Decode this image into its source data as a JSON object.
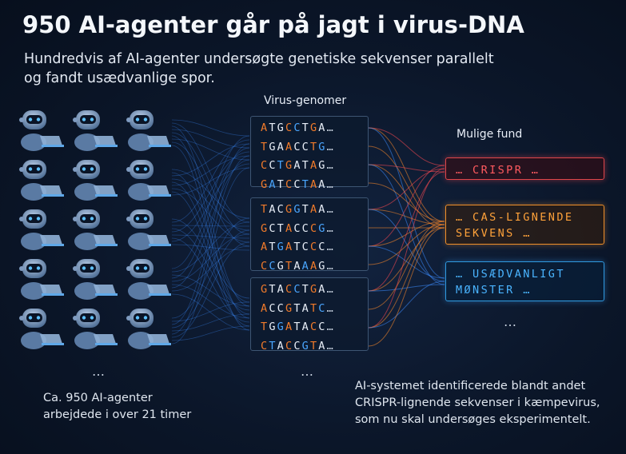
{
  "header": {
    "title": "950 AI-agenter går på jagt i virus-DNA",
    "subtitle_line1": "Hundredvis af AI-agenter undersøgte genetiske sekvenser parallelt",
    "subtitle_line2": "og fandt usædvanlige spor."
  },
  "agents": {
    "ellipsis": "…",
    "note_line1": "Ca. 950 AI-agenter",
    "note_line2": "arbejdede i over 21 timer"
  },
  "genomes": {
    "heading": "Virus-genomer",
    "ellipsis": "…",
    "groups": [
      {
        "lines": [
          "ATGCCTGA…",
          "TGAACCTG…",
          "CCTGATAG…",
          "GATCCTAA…"
        ]
      },
      {
        "lines": [
          "TACGGTAA…",
          "GCTACCCG…",
          "ATGATCCC…",
          "CCGTAAAG…"
        ]
      },
      {
        "lines": [
          "GTACCTGA…",
          "ACCGTATC…",
          "TGGATACC…",
          "CTACCGTA…"
        ]
      }
    ]
  },
  "findings": {
    "heading": "Mulige fund",
    "ellipsis": "…",
    "items": [
      {
        "line1": "… CRISPR …",
        "line2": "",
        "color": "#ff5a5f"
      },
      {
        "line1": "… CAS-LIGNENDE",
        "line2": "SEKVENS …",
        "color": "#ffa23a"
      },
      {
        "line1": "… USÆDVANLIGT",
        "line2": "MØNSTER …",
        "color": "#4ab4ff"
      }
    ]
  },
  "system_note": {
    "line1": "AI-systemet identificerede blandt andet",
    "line2": "CRISPR-lignende sekvenser i kæmpevirus,",
    "line3": "som nu skal undersøges eksperimentelt."
  },
  "colors": {
    "wire_blue": "#3d8cff",
    "wire_orange": "#ff8a2a",
    "wire_red": "#ff4a52",
    "base_colors": [
      "#e8eef7",
      "#f07a2a",
      "#4aa6ff"
    ]
  }
}
